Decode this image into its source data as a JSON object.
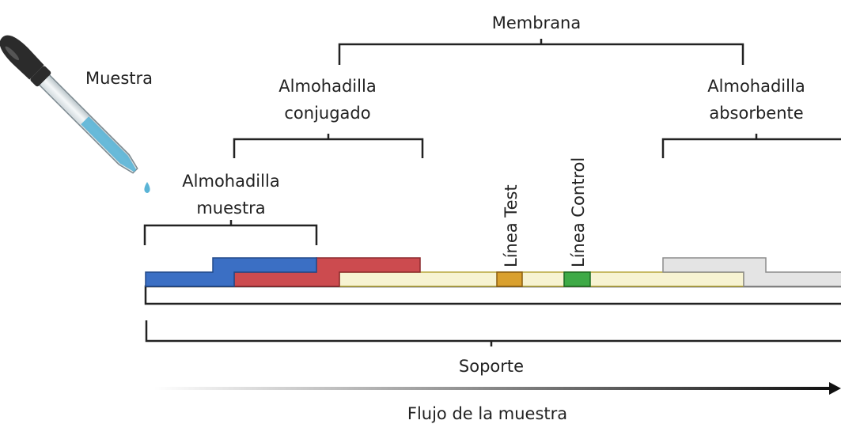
{
  "labels": {
    "membrana": "Membrana",
    "muestra": "Muestra",
    "conjugado_line1": "Almohadilla",
    "conjugado_line2": "conjugado",
    "absorbente_line1": "Almohadilla",
    "absorbente_line2": "absorbente",
    "pad_muestra_line1": "Almohadilla",
    "pad_muestra_line2": "muestra",
    "linea_test": "Línea Test",
    "linea_control": "Línea Control",
    "soporte": "Soporte",
    "flujo": "Flujo de la muestra"
  },
  "colors": {
    "sample_pad": "#3b6fc4",
    "conjugate_pad": "#cc4b4f",
    "membrane": "#f7f3d2",
    "test_line": "#d9a02e",
    "control_line": "#3eaa46",
    "absorbent_pad": "#e4e4e4",
    "liquid": "#5ab4d6",
    "dropper_bulb": "#2b2b2b"
  }
}
